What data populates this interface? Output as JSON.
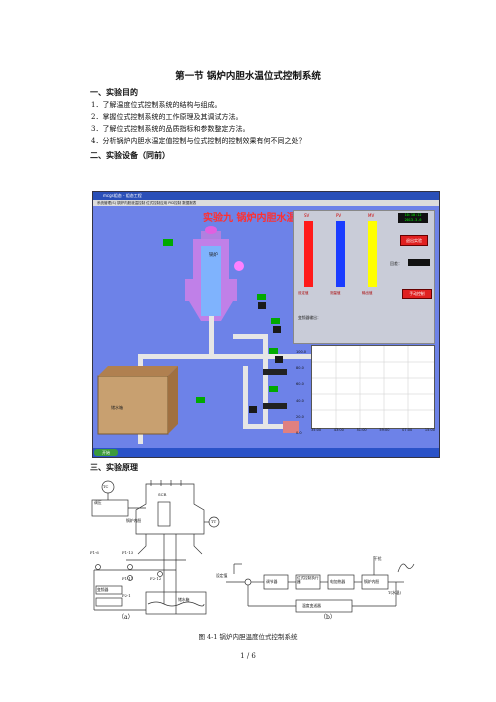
{
  "doc": {
    "title": "第一节  锅炉内胆水温位式控制系统",
    "section1": "一、实验目的",
    "objectives": [
      "1．了解温度位式控制系统的结构与组成。",
      "2．掌握位式控制系统的工作原理及其调试方法。",
      "3．了解位式控制系统的品质指标和参数整定方法。",
      "4．分析锅炉内胆水温定值控制与位式控制的控制效果有何不同之处？"
    ],
    "section2": "二、实验设备（同前）",
    "section3": "三、实验原理",
    "figure_caption": "图 4-1   锅炉内胆温度位式控制系统",
    "page": "1 / 6"
  },
  "screenshot": {
    "window_title": "mcgs组态 - 组态工程",
    "menu": "系统管理(S)  锅炉内胆液温控制  位式控制应用  PID控制  数据报表",
    "banner": "实验九  锅炉内胆水温位式控制",
    "boiler_label": "锅炉",
    "reservoir_label": "储水箱",
    "sv_label": "SV",
    "pv_label": "PV",
    "mv_label": "MV",
    "legend_sv": "设定值",
    "legend_pv": "测量值",
    "legend_mv": "输出值",
    "exit_button": "退出实验",
    "fix_label": "回差：",
    "control_button": "手动控制",
    "var_label": "变频器输出：",
    "clock": "10:10:12\n2013-3-6",
    "chart_y": [
      "100.0",
      "80.0",
      "60.0",
      "40.0",
      "20.0",
      "0.0"
    ],
    "chart_x": [
      "35:00",
      "43:00",
      "51:00",
      "59:00",
      "07:00",
      "15:00"
    ],
    "start_label": "开始"
  },
  "figure": {
    "labels_a": [
      "TC",
      "调压",
      "SCR",
      "锅炉内胆",
      "TT",
      "F1-6",
      "F1-13",
      "F1-11",
      "F2-12",
      "变频器",
      "P2-1",
      "储水箱"
    ],
    "labels_b": [
      "设定值",
      "调节器",
      "位式控制执行器",
      "电加热器",
      "锅炉内胆",
      "干扰",
      "温度变送器",
      "T(水温)"
    ],
    "sub_a": "（a）",
    "sub_b": "（b）"
  },
  "colors": {
    "screen_bg": "#6d82e8",
    "sv_bar": "#ff1a1a",
    "pv_bar": "#1a3cff",
    "mv_bar": "#ffff00",
    "banner": "#ff3030"
  }
}
